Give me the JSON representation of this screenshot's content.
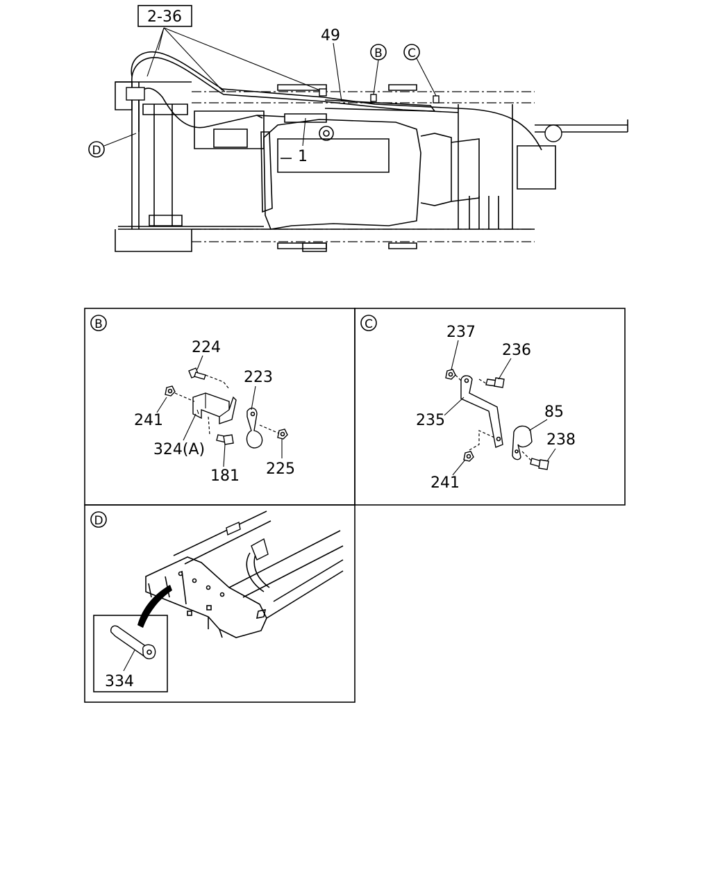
{
  "diagram": {
    "main": {
      "ref_box": "2-36",
      "labels": {
        "cable": "49",
        "box_part": "1",
        "callout_b": "B",
        "callout_c": "C",
        "callout_d": "D"
      }
    },
    "detail_b": {
      "tag": "B",
      "parts": {
        "p224": "224",
        "p223": "223",
        "p241": "241",
        "p324": "324(A)",
        "p181": "181",
        "p225": "225"
      }
    },
    "detail_c": {
      "tag": "C",
      "parts": {
        "p237": "237",
        "p236": "236",
        "p235": "235",
        "p85": "85",
        "p238": "238",
        "p241": "241"
      }
    },
    "detail_d": {
      "tag": "D",
      "parts": {
        "p334": "334"
      }
    }
  }
}
